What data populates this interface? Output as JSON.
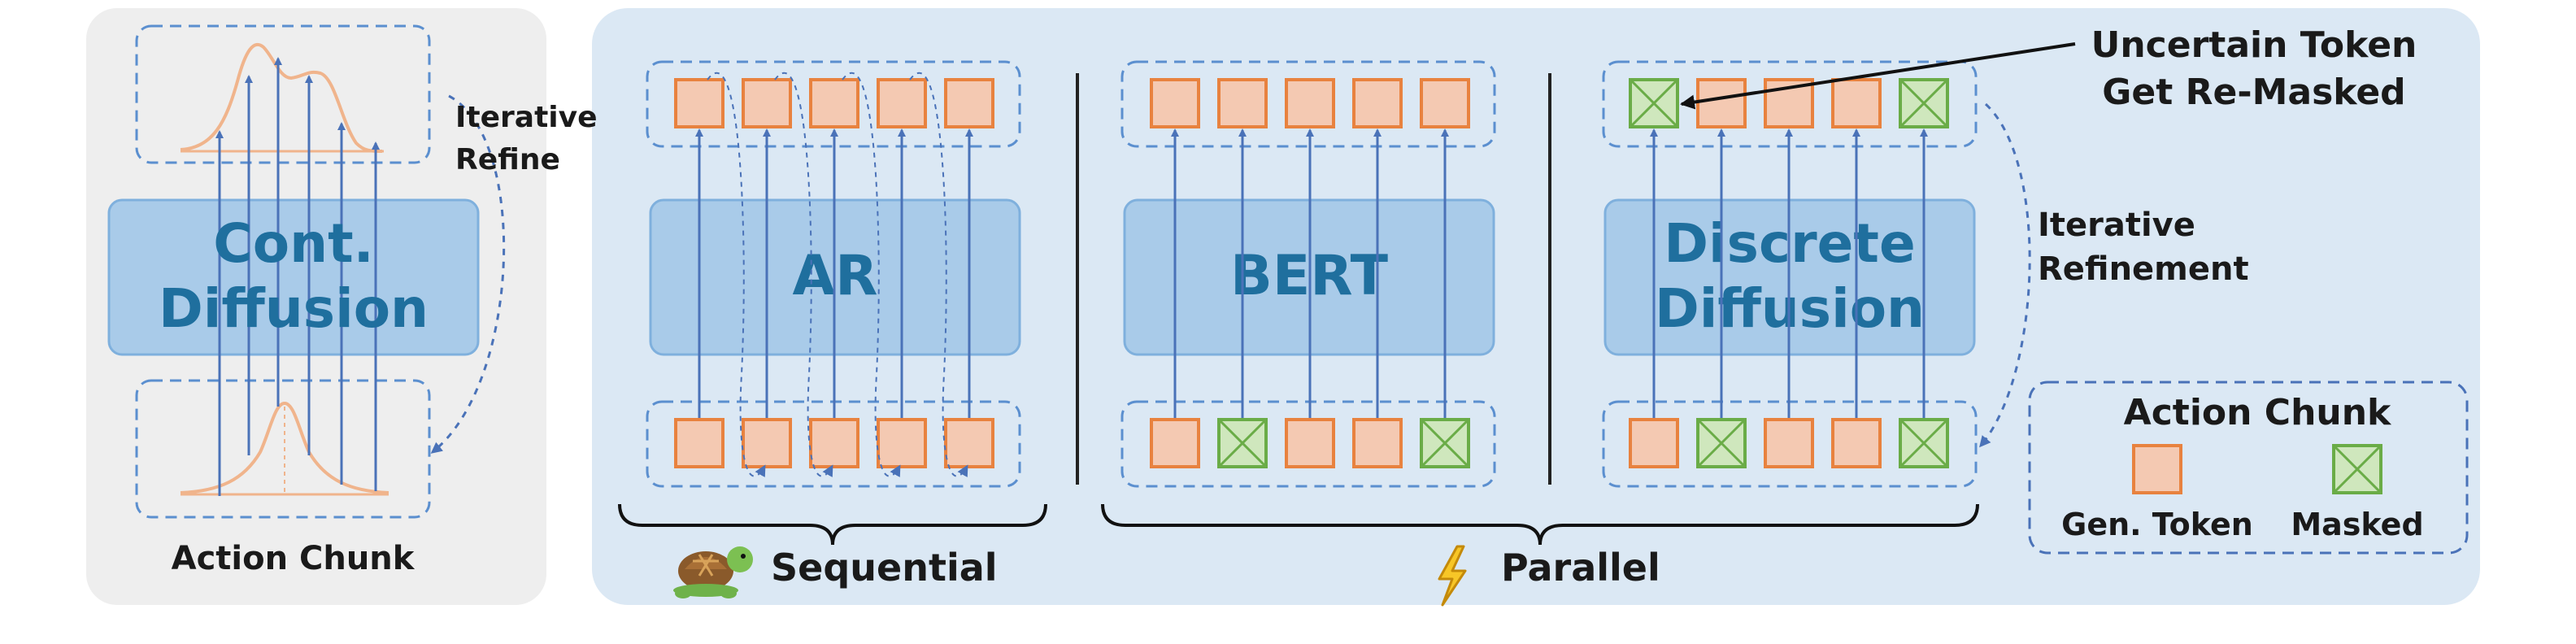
{
  "left_panel": {
    "model_label_line1": "Cont.",
    "model_label_line2": "Diffusion",
    "loop_label_line1": "Iterative",
    "loop_label_line2": "Refine",
    "caption": "Action Chunk"
  },
  "models": {
    "ar": "AR",
    "bert": "BERT",
    "discrete_line1": "Discrete",
    "discrete_line2": "Diffusion"
  },
  "annotations": {
    "uncertain_line1": "Uncertain Token",
    "uncertain_line2": "Get Re-Masked",
    "refinement_line1": "Iterative",
    "refinement_line2": "Refinement"
  },
  "legend": {
    "title": "Action Chunk",
    "gen_token": "Gen. Token",
    "masked": "Masked"
  },
  "groups": {
    "sequential": "Sequential",
    "parallel": "Parallel"
  },
  "icons": [
    "turtle-icon",
    "lightning-icon"
  ],
  "colors": {
    "panel_left": "#eeeeee",
    "panel_main": "#dbe8f4",
    "model_box": "#a9cbe9",
    "model_text": "#1f6f9e",
    "gen_token_fill": "#f4c9b2",
    "gen_token_stroke": "#e8823f",
    "masked_fill": "#cfe7bd",
    "masked_stroke": "#6aac47",
    "arrow": "#4a72b8",
    "dashed": "#5b8fcf"
  }
}
